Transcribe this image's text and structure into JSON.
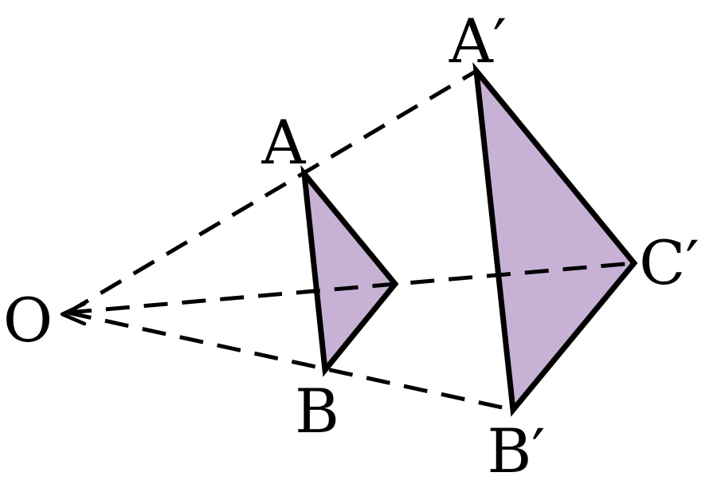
{
  "colors": {
    "fill": "#c7b2d6",
    "stroke": "#000000"
  },
  "labels": {
    "O": "O",
    "A": "A",
    "B": "B",
    "A_prime": "A′",
    "B_prime": "B′",
    "C_prime": "C′"
  }
}
